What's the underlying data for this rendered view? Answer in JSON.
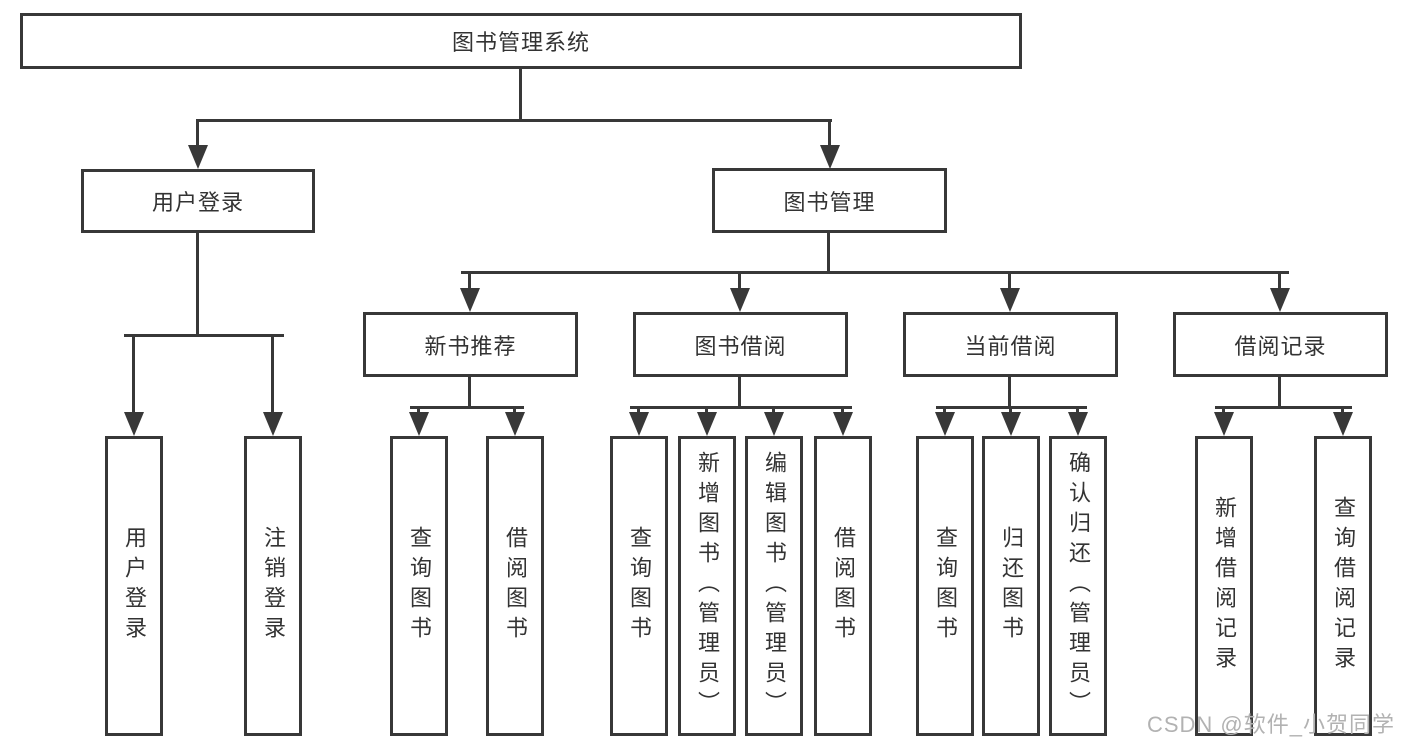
{
  "colors": {
    "line": "#383838",
    "node_border": "#383838",
    "node_text": "#333333",
    "background": "#ffffff",
    "watermark": "#b2b2b2"
  },
  "watermark": {
    "text": "CSDN @软件_小贺同学"
  },
  "tree": {
    "root": {
      "label": "图书管理系统",
      "children": [
        {
          "label": "用户登录",
          "children": [
            {
              "label": "用户登录"
            },
            {
              "label": "注销登录"
            }
          ]
        },
        {
          "label": "图书管理",
          "children": [
            {
              "label": "新书推荐",
              "children": [
                {
                  "label": "查询图书"
                },
                {
                  "label": "借阅图书"
                }
              ]
            },
            {
              "label": "图书借阅",
              "children": [
                {
                  "label": "查询图书"
                },
                {
                  "label": "新增图书（管理员）"
                },
                {
                  "label": "编辑图书（管理员）"
                },
                {
                  "label": "借阅图书"
                }
              ]
            },
            {
              "label": "当前借阅",
              "children": [
                {
                  "label": "查询图书"
                },
                {
                  "label": "归还图书"
                },
                {
                  "label": "确认归还（管理员）"
                }
              ]
            },
            {
              "label": "借阅记录",
              "children": [
                {
                  "label": "新增借阅记录"
                },
                {
                  "label": "查询借阅记录"
                }
              ]
            }
          ]
        }
      ]
    }
  }
}
